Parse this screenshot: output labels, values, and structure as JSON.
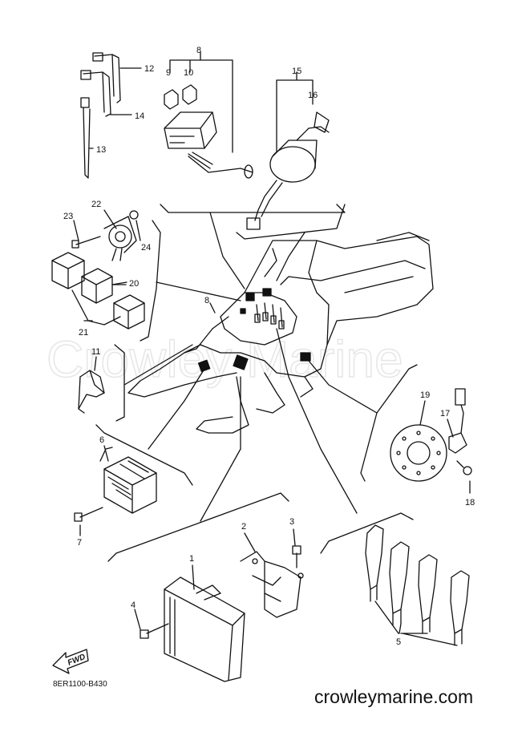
{
  "diagram": {
    "part_code": "8ER1100-B430",
    "watermark": "Crowley Marine",
    "site": "crowleymarine.com",
    "fwd_label": "FWD",
    "callouts": {
      "c1": "1",
      "c2": "2",
      "c3": "3",
      "c4": "4",
      "c5": "5",
      "c6": "6",
      "c7": "7",
      "c8": "8",
      "c8b": "8",
      "c9": "9",
      "c10": "10",
      "c11": "11",
      "c12": "12",
      "c13": "13",
      "c14": "14",
      "c15": "15",
      "c16": "16",
      "c17": "17",
      "c18": "18",
      "c19": "19",
      "c20": "20",
      "c21": "21",
      "c22": "22",
      "c23": "23",
      "c24": "24"
    }
  }
}
